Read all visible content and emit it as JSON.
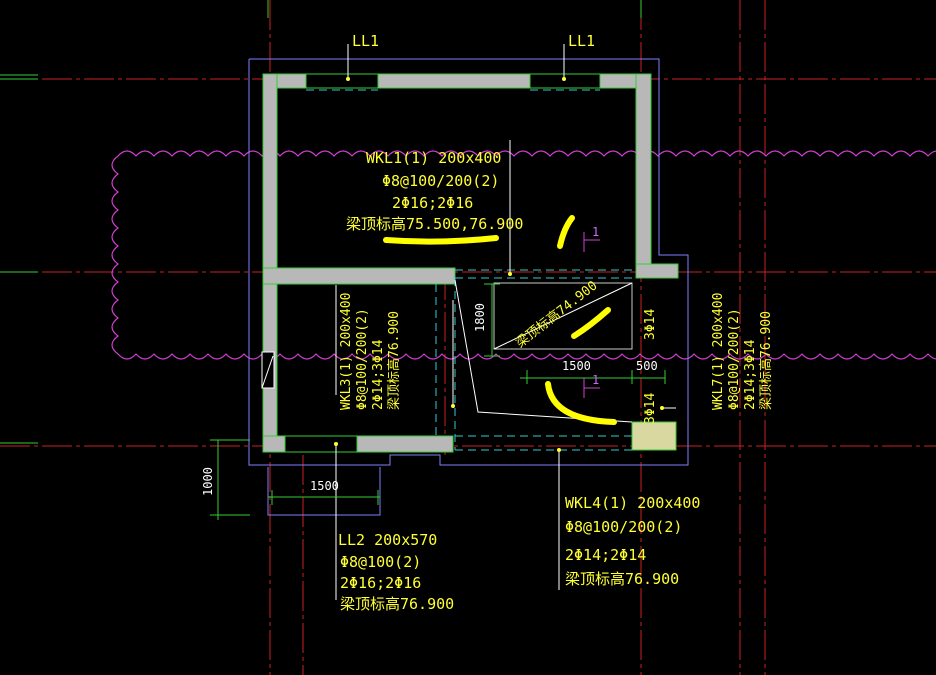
{
  "colors": {
    "background": "#000000",
    "axis_red": "#cc2222",
    "wall_fill": "#b8b8b8",
    "wall_edge": "#33cc33",
    "outline_blue": "#8080ff",
    "text_yellow": "#ffff33",
    "cloud_magenta": "#d040d0",
    "highlight_yellow": "#ffff00",
    "dim_green": "#33cc33",
    "beam_cyan": "#33cccc"
  },
  "labels": {
    "ll1_left": "LL1",
    "ll1_right": "LL1",
    "wkl1": {
      "line1": "WKL1(1) 200x400",
      "line2": "Φ8@100/200(2)",
      "line3": "2Φ16;2Φ16",
      "line4": "梁顶标高75.500,76.900"
    },
    "wkl3": {
      "line1": "WKL3(1) 200x400",
      "line2": "Φ8@100/200(2)",
      "line3": "2Φ14;3Φ14",
      "line4": "梁顶标高76.900"
    },
    "wkl7": {
      "line1": "WKL7(1) 200x400",
      "line2": "Φ8@100/200(2)",
      "line3": "2Φ14;3Φ14",
      "line4": "梁顶标高76.900"
    },
    "wkl4": {
      "line1": "WKL4(1) 200x400",
      "line2": "Φ8@100/200(2)",
      "line3": "2Φ14;2Φ14",
      "line4": "梁顶标高76.900"
    },
    "ll2": {
      "line1": "LL2 200x570",
      "line2": "Φ8@100(2)",
      "line3": "2Φ16;2Φ16",
      "line4": "梁顶标高76.900"
    },
    "slab_elev": "梁顶标高74.900",
    "bar_3phi14_upper": "3Φ14",
    "bar_3phi14_lower": "3Φ14",
    "section_mark_1": "1",
    "section_mark_2": "1"
  },
  "dimensions": {
    "dim_1800": "1800",
    "dim_1500_mid": "1500",
    "dim_500": "500",
    "dim_1500_bottom": "1500",
    "dim_1000": "1000"
  }
}
